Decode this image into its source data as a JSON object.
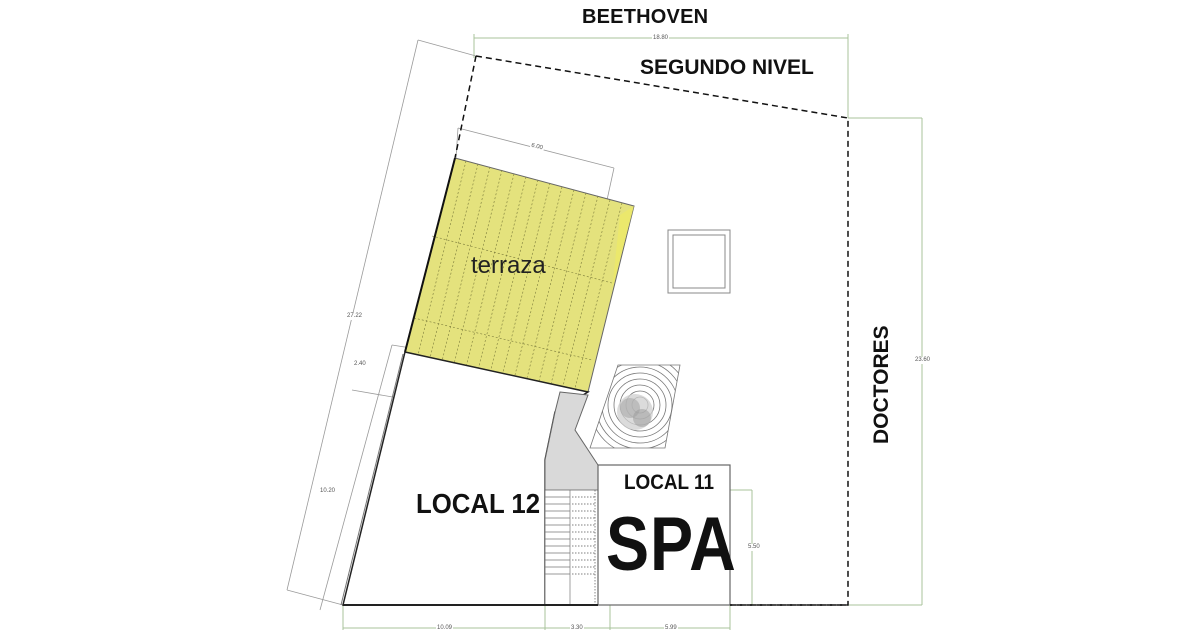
{
  "plan": {
    "streets": {
      "top": "BEETHOVEN",
      "right": "DOCTORES"
    },
    "level_label": "SEGUNDO NIVEL",
    "spaces": {
      "terrace": "terraza",
      "local_12": "LOCAL 12",
      "local_11": "LOCAL 11",
      "local_11_use": "SPA"
    },
    "dimensions": {
      "top_width": "18.80",
      "terrace_width": "6.00",
      "left_total": "27.22",
      "left_upper": "2.40",
      "left_lower": "10.20",
      "right_depth": "23.60",
      "spa_depth": "5.50",
      "bottom_left": "10.09",
      "bottom_middle": "3.30",
      "bottom_right": "5.99"
    },
    "colors": {
      "terrace_fill": "#e3e07a",
      "terrace_fill_strong": "#d9d63a",
      "dimension_line": "#9fbf8f",
      "outline": "#222222",
      "stair_fill": "#d9d9d9"
    }
  }
}
